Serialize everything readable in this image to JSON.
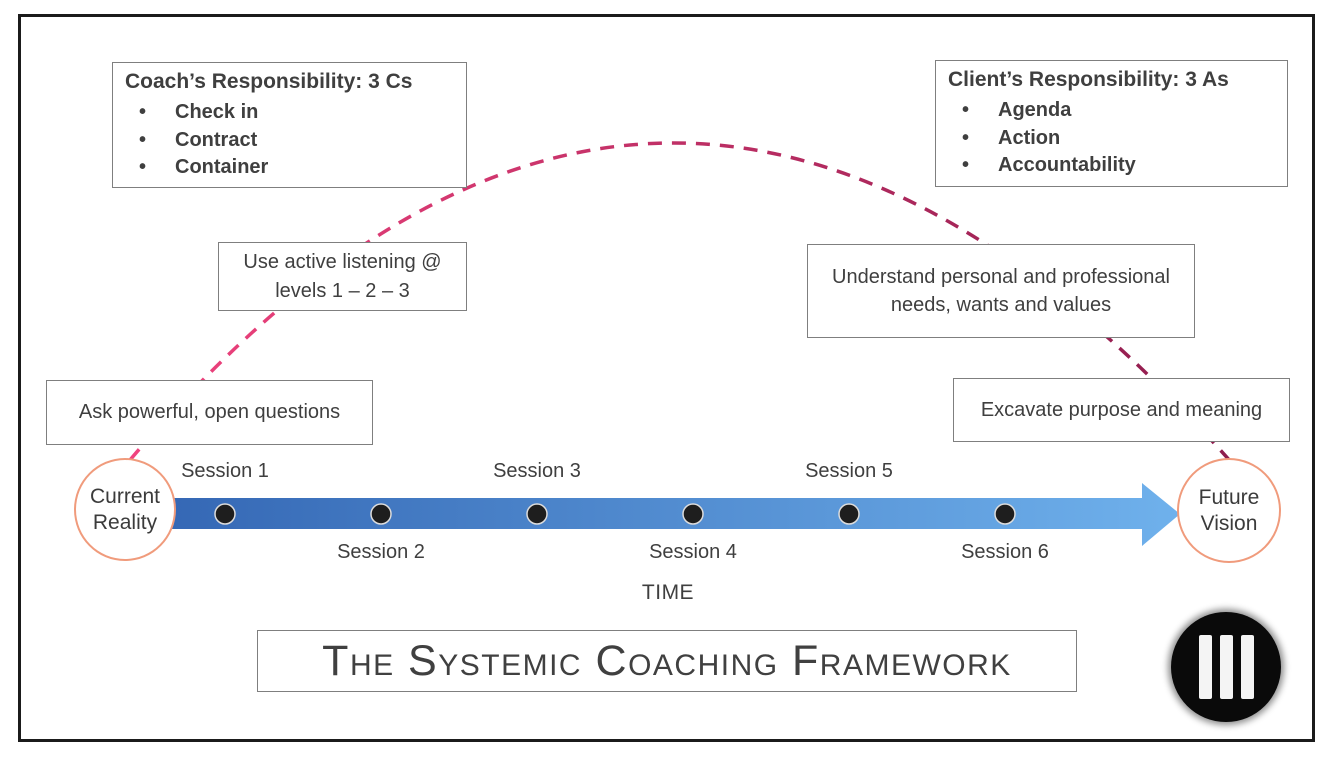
{
  "colors": {
    "arc_start": "#F0437E",
    "arc_end": "#8E1C4D",
    "divider_top": "#ECC24A",
    "divider_bottom": "#DD6847",
    "arrow_start": "#3568B5",
    "arrow_end": "#6FB1EC",
    "endpoint_outline": "#F09B7C",
    "dot_fill": "#1E1E1E",
    "dot_ring": "#DCDCDC",
    "box_border": "#7F7F7F",
    "text": "#3F3F3F"
  },
  "icons": {
    "logo": "three-vertical-bars-in-black-circle"
  },
  "coach_box": {
    "title": "Coach’s Responsibility: 3 Cs",
    "items": [
      "Check in",
      "Contract",
      "Container"
    ]
  },
  "client_box": {
    "title": "Client’s Responsibility: 3 As",
    "items": [
      "Agenda",
      "Action",
      "Accountability"
    ]
  },
  "callouts": {
    "active_listening": "Use active listening @ levels 1 – 2 – 3",
    "understand_needs": "Understand personal and professional needs, wants and values",
    "powerful_questions": "Ask powerful, open questions",
    "excavate_purpose": "Excavate purpose and meaning"
  },
  "timeline": {
    "start_label": "Current Reality",
    "end_label": "Future Vision",
    "sessions": [
      "Session 1",
      "Session 2",
      "Session 3",
      "Session 4",
      "Session 5",
      "Session 6"
    ],
    "axis_label": "TIME"
  },
  "title": "The Systemic Coaching Framework"
}
